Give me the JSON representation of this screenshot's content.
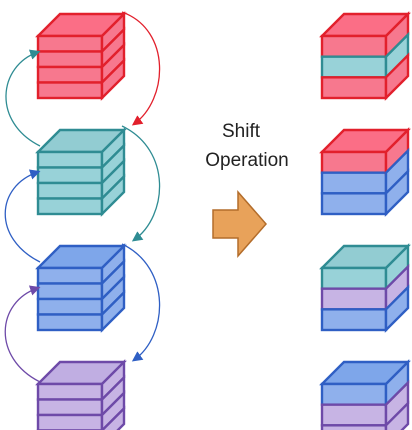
{
  "label": {
    "line1": "Shift",
    "line2": "Operation"
  },
  "colors": {
    "red": {
      "fill": "#f7788e",
      "top": "#fb6e86",
      "edge": "#e2202c"
    },
    "teal": {
      "fill": "#98d2d8",
      "top": "#92ccd2",
      "edge": "#2f8c93"
    },
    "blue": {
      "fill": "#8fb0ec",
      "top": "#7ea6ea",
      "edge": "#2f5fc4"
    },
    "purple": {
      "fill": "#c7b4e4",
      "top": "#c0aee2",
      "edge": "#6e4aa8"
    },
    "arrow": {
      "fill": "#e8a25a",
      "edge": "#b36d2b"
    }
  },
  "left_column": [
    "red",
    "teal",
    "blue",
    "purple"
  ],
  "right_column": [
    [
      "red",
      "teal",
      "red"
    ],
    [
      "red",
      "blue",
      "blue"
    ],
    [
      "teal",
      "purple",
      "blue"
    ],
    [
      "blue",
      "purple",
      "purple"
    ]
  ]
}
